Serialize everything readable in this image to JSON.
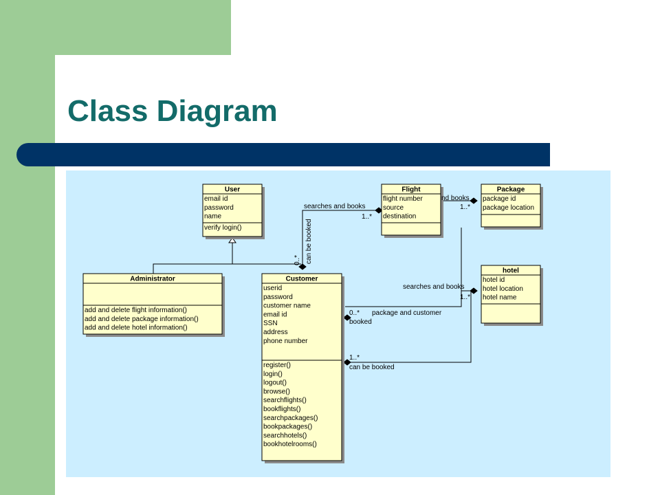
{
  "slide": {
    "title": "Class Diagram",
    "colors": {
      "green": "#9dcc96",
      "title": "#136b69",
      "bar": "#003366",
      "canvas": "#cceeff",
      "box": "#ffffcc"
    }
  },
  "diagram": {
    "classes": [
      {
        "id": "user",
        "name": "User",
        "attributes": [
          "email id",
          "password",
          "name"
        ],
        "methods": [
          "verify login()"
        ]
      },
      {
        "id": "flight",
        "name": "Flight",
        "attributes": [
          "flight number",
          "source",
          "destination"
        ],
        "methods": []
      },
      {
        "id": "package",
        "name": "Package",
        "attributes": [
          "package id",
          "package location"
        ],
        "methods": []
      },
      {
        "id": "administrator",
        "name": "Administrator",
        "attributes": [],
        "methods": [
          "add and delete flight information()",
          "add and delete package information()",
          "add and delete hotel information()"
        ]
      },
      {
        "id": "customer",
        "name": "Customer",
        "attributes": [
          "userid",
          "password",
          "customer name",
          "email id",
          "SSN",
          "address",
          "phone number"
        ],
        "methods": [
          "register()",
          "login()",
          "logout()",
          "browse()",
          "searchflights()",
          "bookflights()",
          "searchpackages()",
          "bookpackages()",
          "searchhotels()",
          "bookhotelrooms()"
        ]
      },
      {
        "id": "hotel",
        "name": "hotel",
        "attributes": [
          "hotel id",
          "hotel location",
          "hotel name"
        ],
        "methods": []
      }
    ],
    "labels": {
      "searches_books_flight": "searches and books",
      "mult_flight": "1..*",
      "can_be_booked_vertical": "can be booked",
      "mult_customer_top": "0..*",
      "nd_books": "nd books",
      "mult_package": "1..*",
      "searches_books_hotel": "searches and books",
      "mult_hotel": "1..*",
      "mult_customer_mid": "0..*",
      "package_and_customer": "package and customer",
      "booked": "booked",
      "mult_customer_low": "1..*",
      "can_be_booked_bottom": "can be booked"
    }
  }
}
